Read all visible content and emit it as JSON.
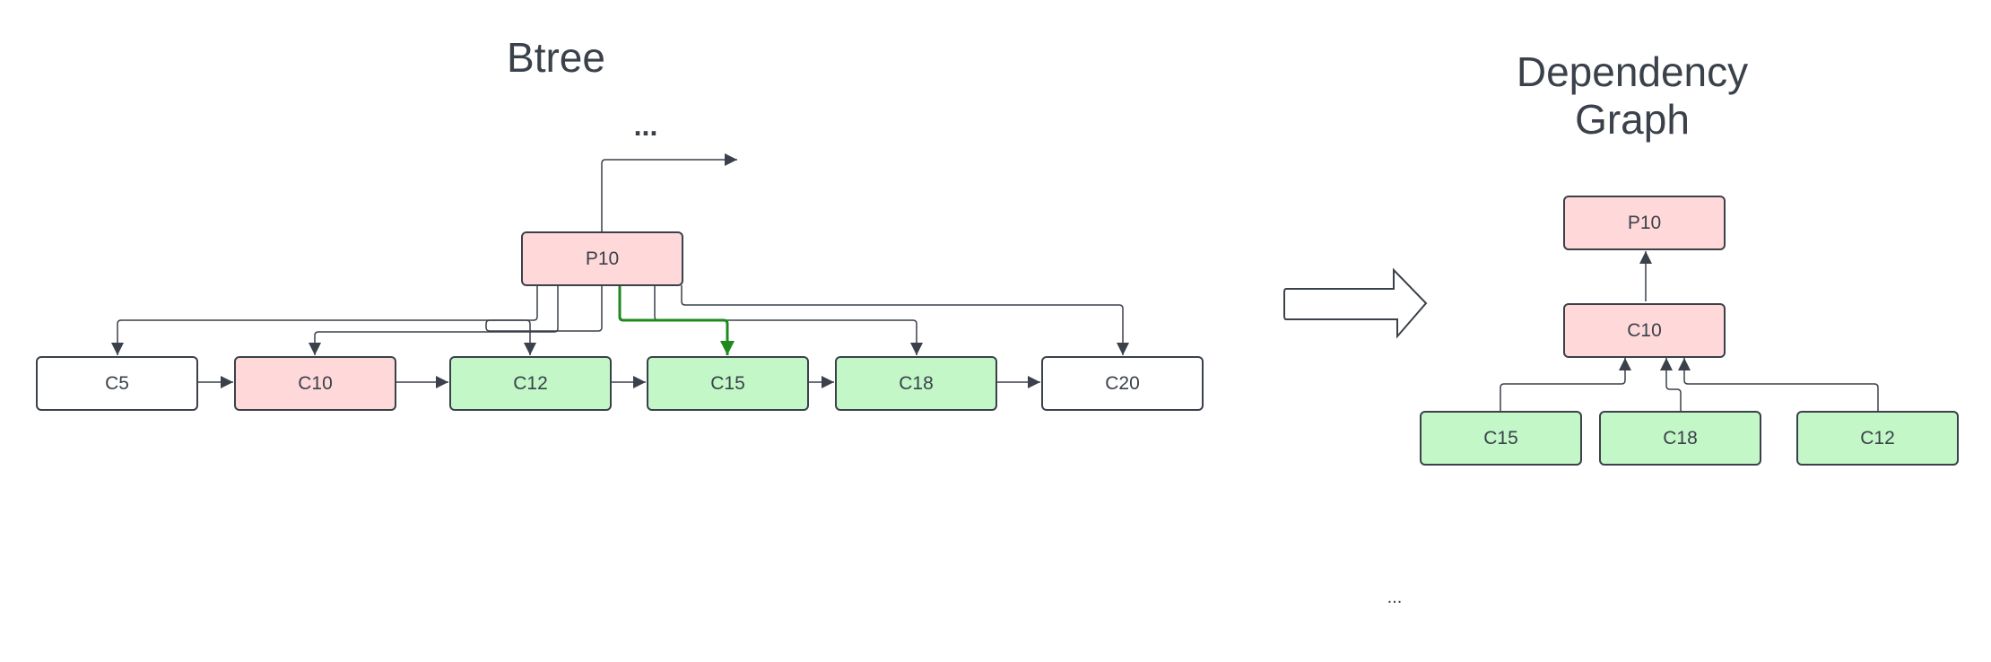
{
  "colors": {
    "stroke": "#3a414a",
    "pink": "#ffd9da",
    "green": "#c3f7c8",
    "highlight_edge": "#1e8a1e"
  },
  "btree": {
    "title": "Btree",
    "ellipsis": "...",
    "parent": "P10",
    "children": [
      "C5",
      "C10",
      "C12",
      "C15",
      "C18",
      "C20"
    ]
  },
  "dependency_graph": {
    "title_line1": "Dependency",
    "title_line2": "Graph",
    "root": "P10",
    "middle": "C10",
    "leaves": [
      "C15",
      "C18",
      "C12"
    ],
    "ellipsis": "..."
  }
}
